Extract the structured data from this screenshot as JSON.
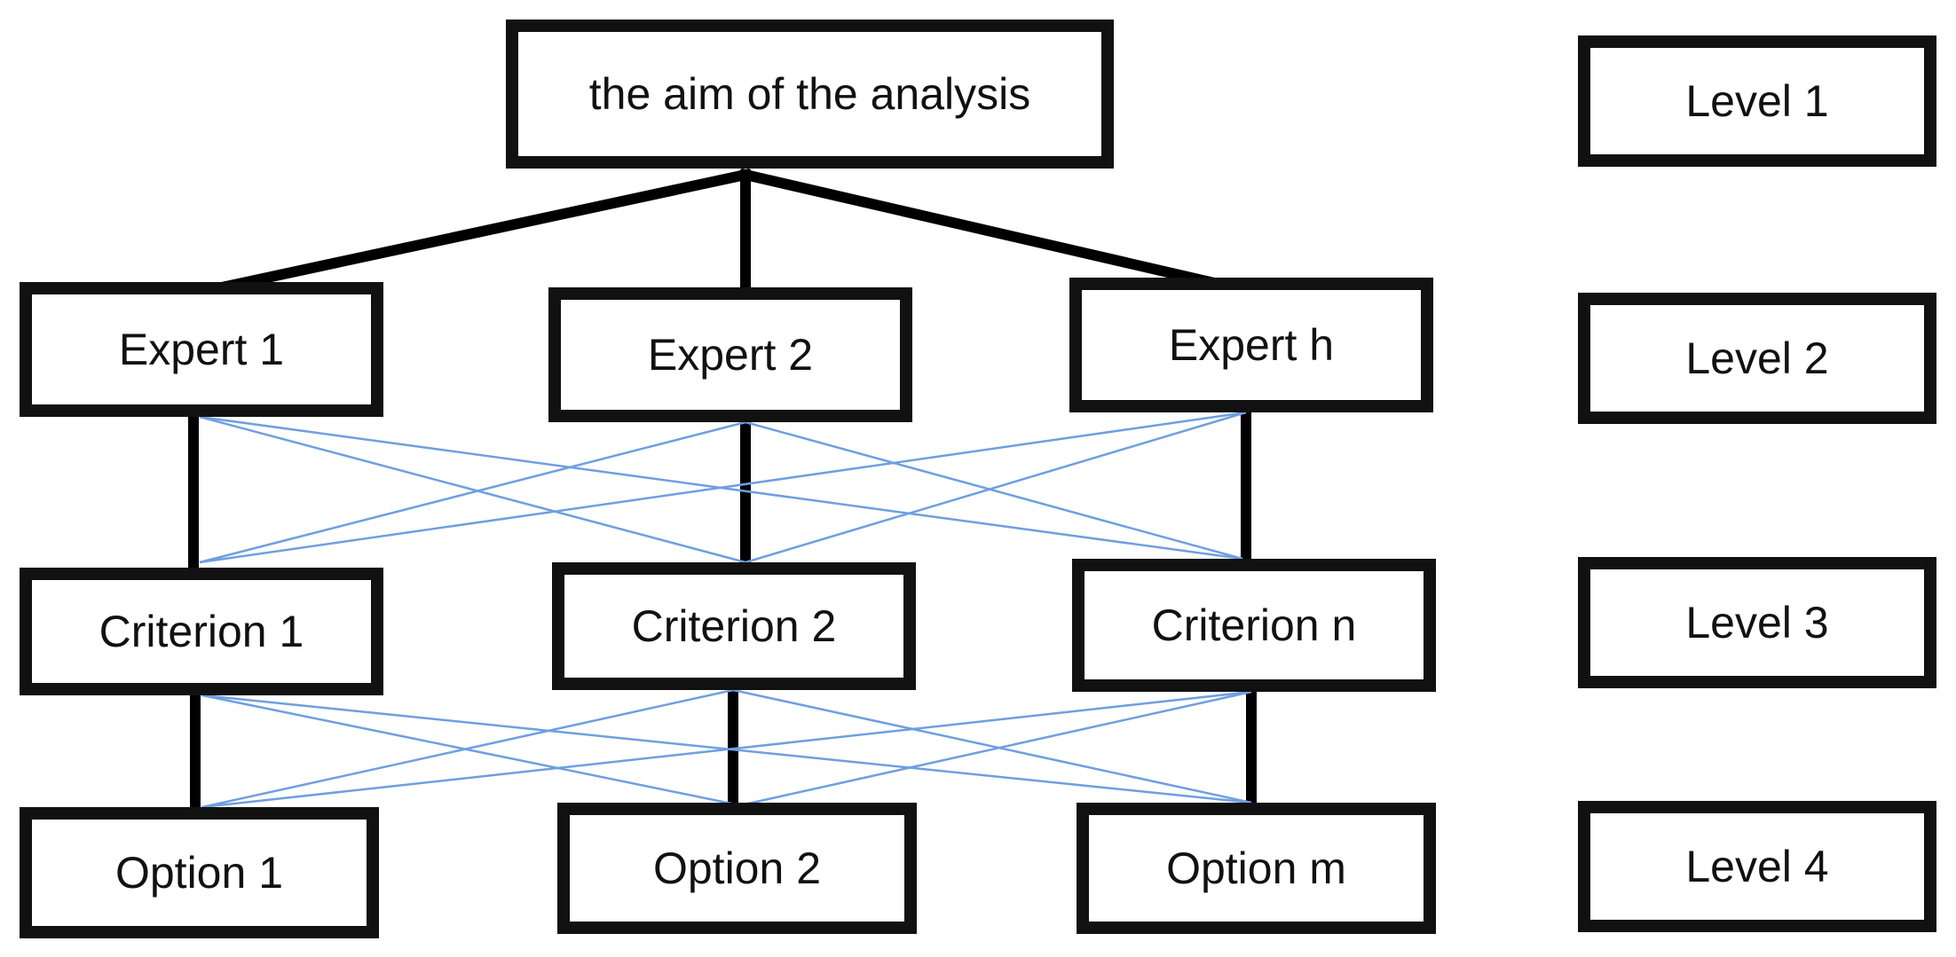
{
  "goal": {
    "label": "the aim of the analysis"
  },
  "experts": [
    {
      "label": "Expert 1"
    },
    {
      "label": "Expert 2"
    },
    {
      "label": "Expert h"
    }
  ],
  "criteria": [
    {
      "label": "Criterion 1"
    },
    {
      "label": "Criterion 2"
    },
    {
      "label": "Criterion n"
    }
  ],
  "options": [
    {
      "label": "Option 1"
    },
    {
      "label": "Option 2"
    },
    {
      "label": "Option m"
    }
  ],
  "levels": [
    {
      "label": "Level 1"
    },
    {
      "label": "Level 2"
    },
    {
      "label": "Level 3"
    },
    {
      "label": "Level 4"
    }
  ],
  "colors": {
    "box_border": "#111111",
    "hierarchy_line": "#000000",
    "cross_link_line": "#6f9fe0",
    "background": "#ffffff"
  }
}
